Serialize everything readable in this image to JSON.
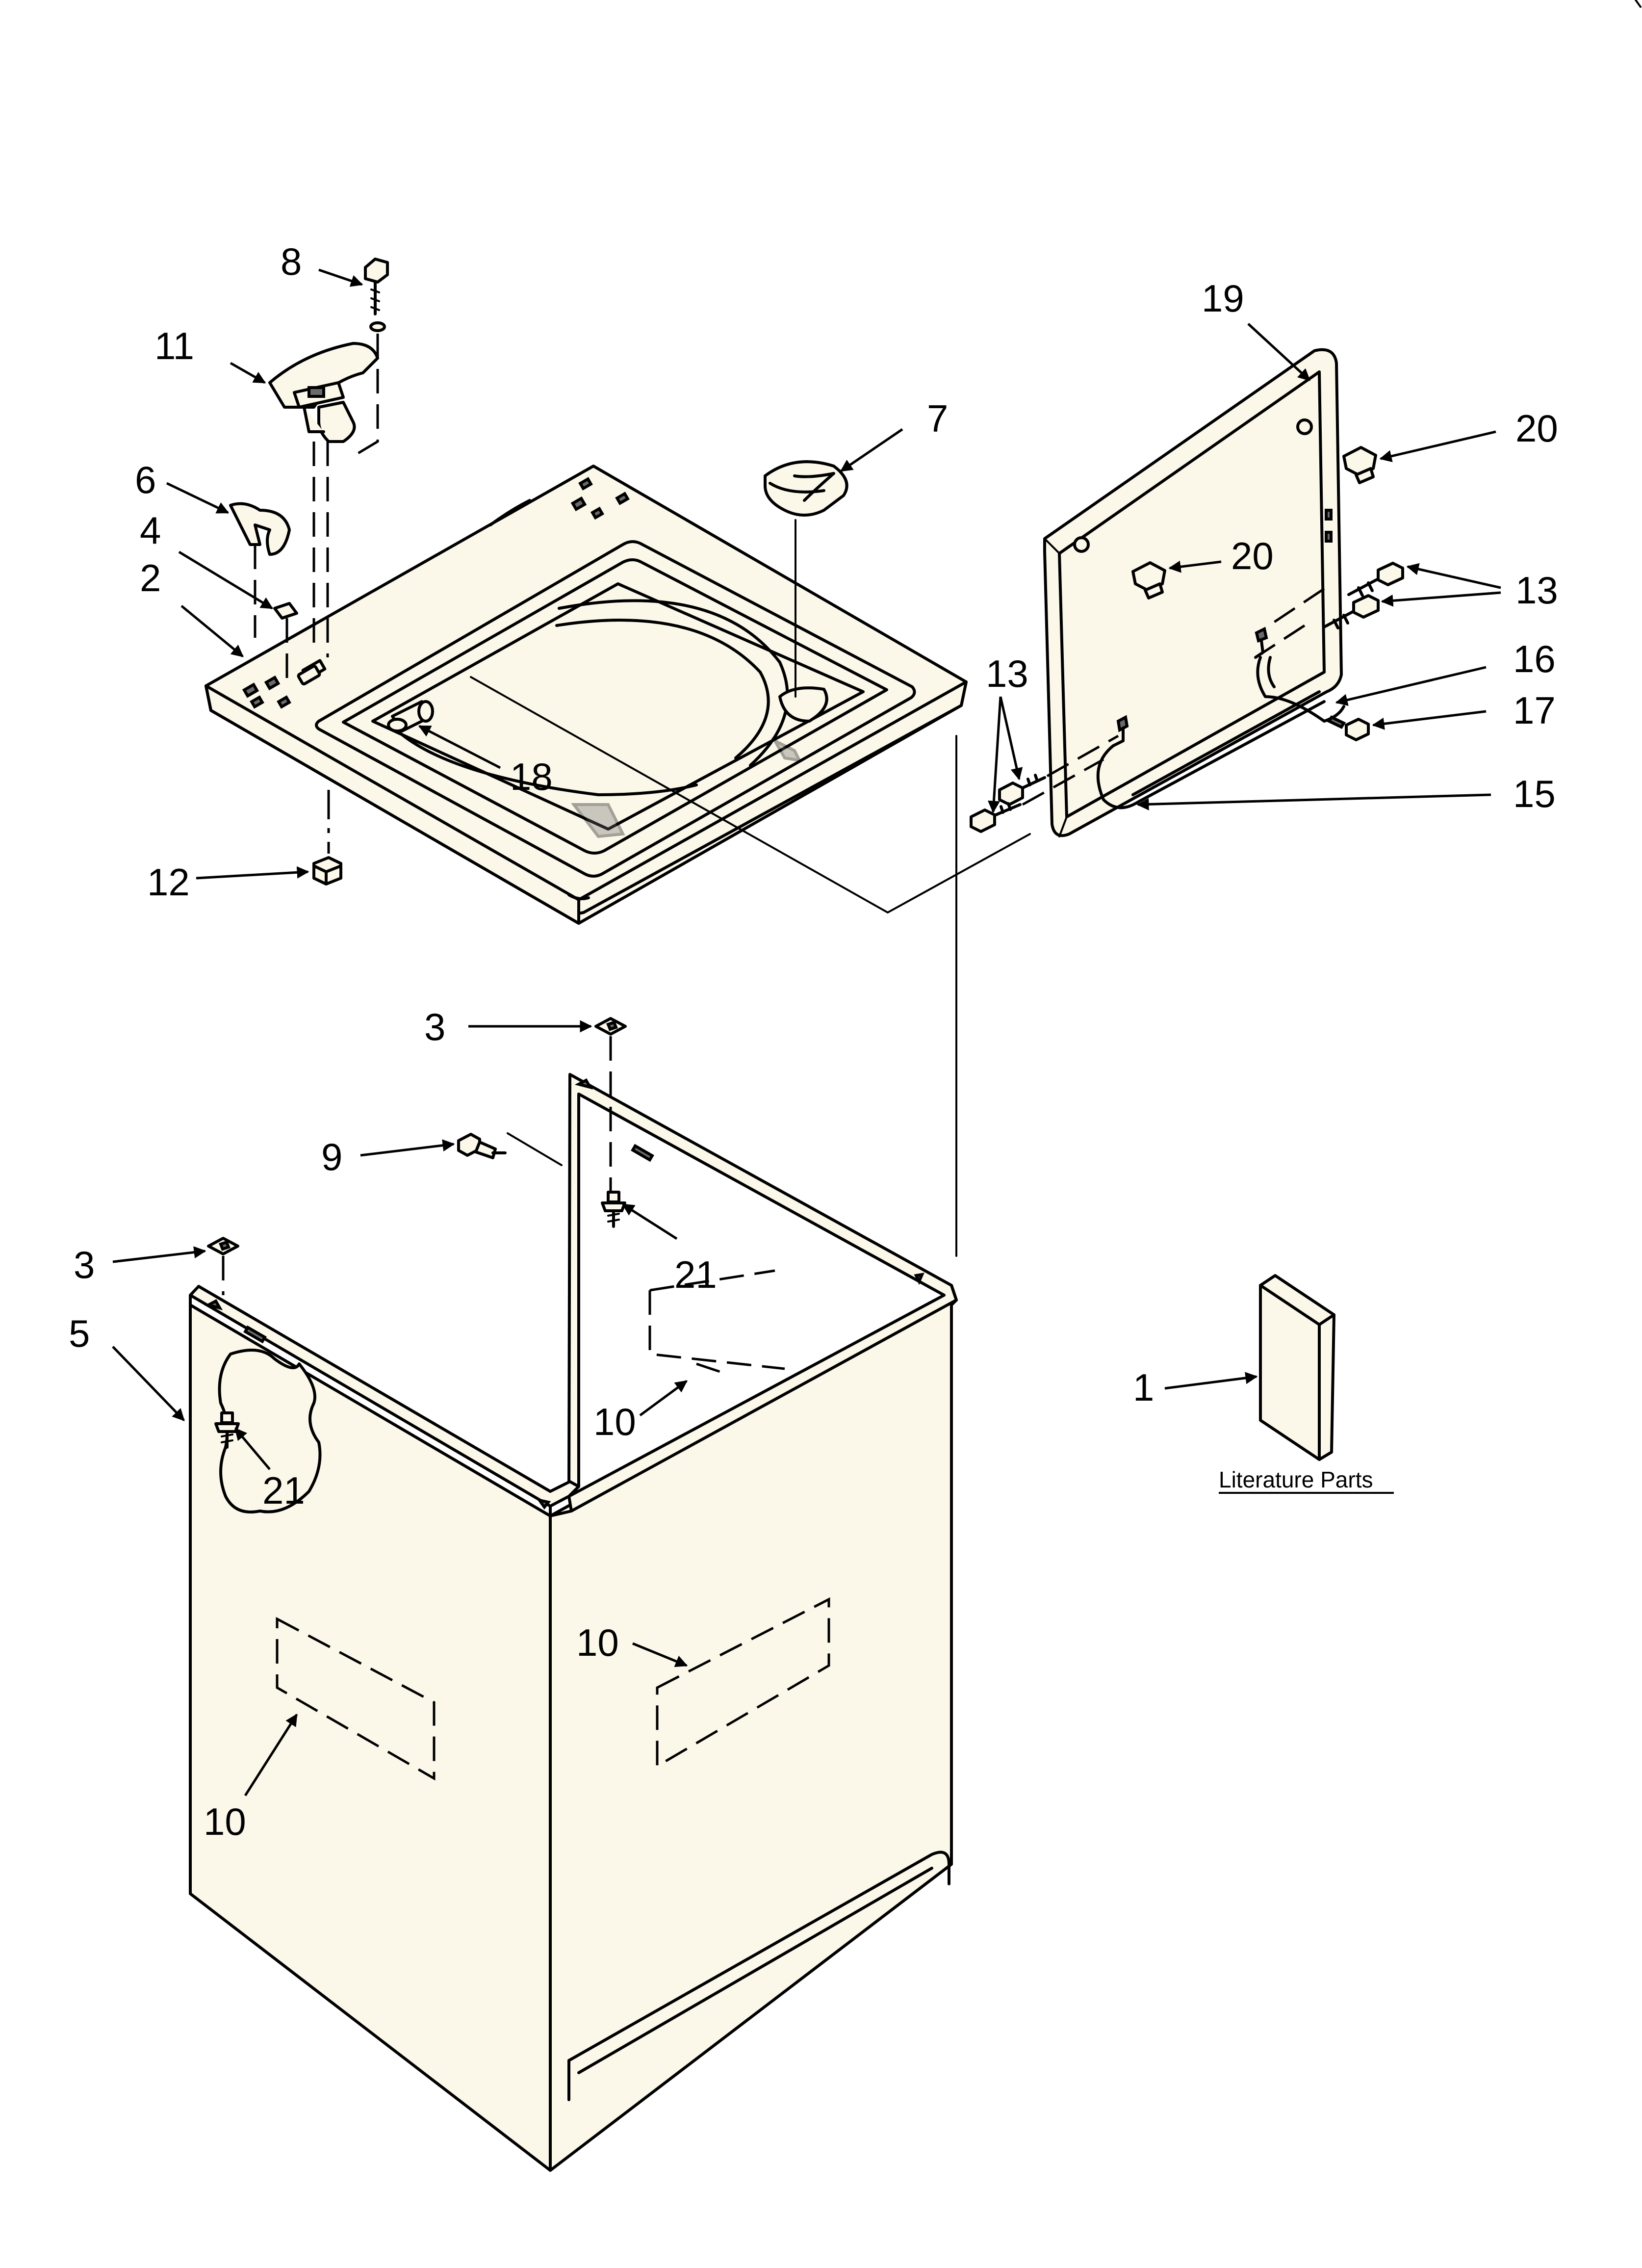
{
  "callouts": {
    "c1": "1",
    "c2": "2",
    "c3a": "3",
    "c3b": "3",
    "c4": "4",
    "c5": "5",
    "c6": "6",
    "c7": "7",
    "c8": "8",
    "c9": "9",
    "c10a": "10",
    "c10b": "10",
    "c10c": "10",
    "c11": "11",
    "c12": "12",
    "c13a": "13",
    "c13b": "13",
    "c15": "15",
    "c16": "16",
    "c17": "17",
    "c18": "18",
    "c19": "19",
    "c20a": "20",
    "c20b": "20",
    "c21a": "21",
    "c21b": "21"
  },
  "literature": {
    "caption": "Literature Parts"
  }
}
